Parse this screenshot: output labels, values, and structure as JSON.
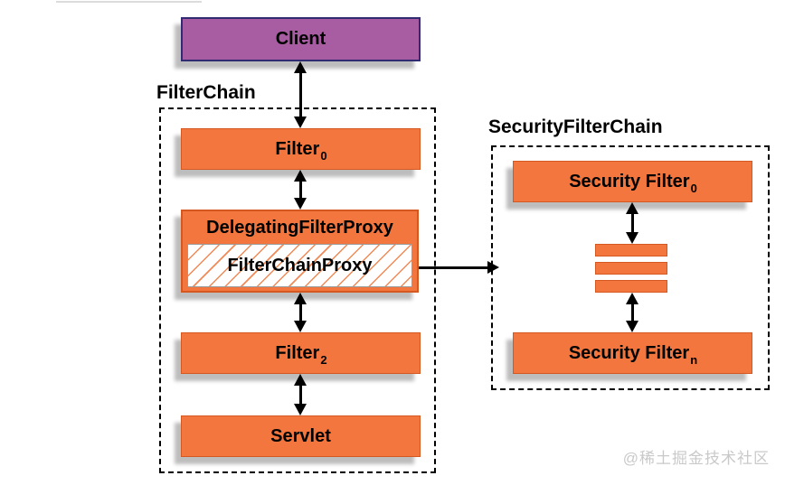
{
  "colors": {
    "orange": "#f2763e",
    "orange_border": "#d4581f",
    "purple": "#a85ca2",
    "purple_border": "#312c72",
    "arrow": "#000000",
    "shadow": "#bdbdbd",
    "watermark": "#c9c9c9",
    "background": "#ffffff",
    "hatch": "#f08a57"
  },
  "client": {
    "label": "Client"
  },
  "filter_chain": {
    "title": "FilterChain",
    "filter0": {
      "base": "Filter",
      "sub": "0"
    },
    "delegating": {
      "title": "DelegatingFilterProxy",
      "inner": "FilterChainProxy"
    },
    "filter2": {
      "base": "Filter",
      "sub": "2"
    },
    "servlet": {
      "label": "Servlet"
    }
  },
  "security_chain": {
    "title": "SecurityFilterChain",
    "filter0": {
      "base": "Security Filter",
      "sub": "0"
    },
    "filtern": {
      "base": "Security Filter",
      "sub": "n"
    }
  },
  "watermark": {
    "text": "@稀土掘金技术社区"
  }
}
